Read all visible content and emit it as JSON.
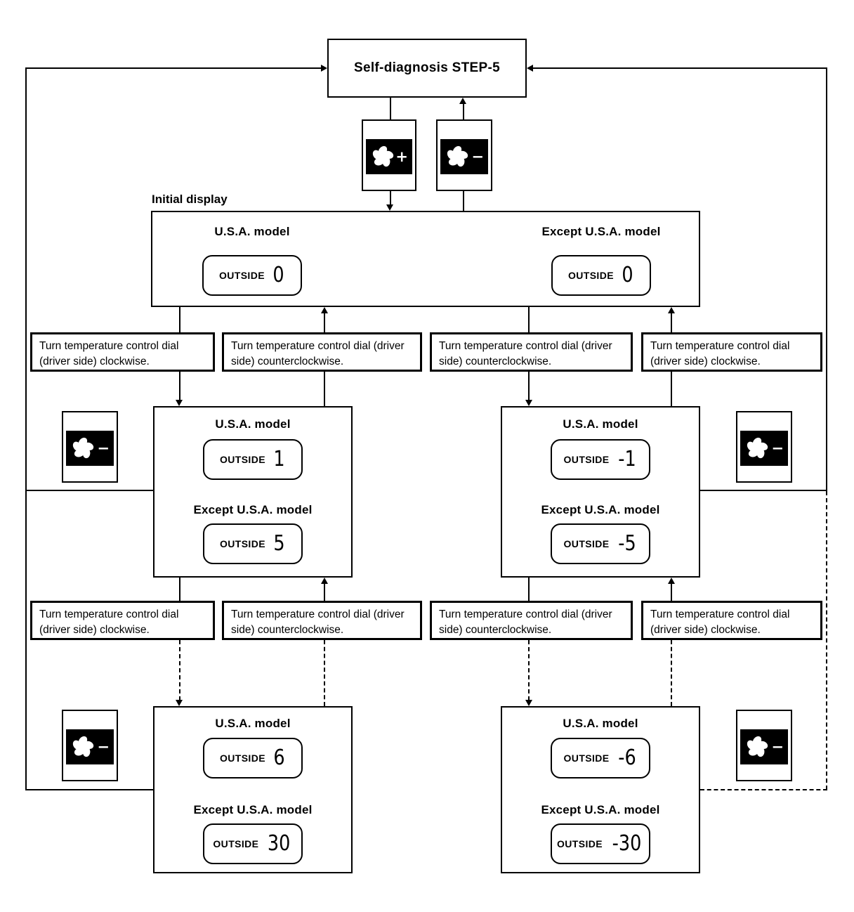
{
  "diagram": {
    "title": "Self-diagnosis STEP-5",
    "initial_display_label": "Initial display",
    "labels": {
      "usa_model": "U.S.A. model",
      "except_usa_model": "Except U.S.A. model",
      "outside": "OUTSIDE"
    },
    "instructions": {
      "clockwise": "Turn temperature control dial (driver side) clockwise.",
      "counterclockwise": "Turn temperature control dial (driver side) counterclockwise."
    },
    "fan_buttons": {
      "fan_up": "+",
      "fan_down": "−"
    },
    "displays": {
      "initial": {
        "usa_value": "0",
        "except_value": "0"
      },
      "middle_left": {
        "usa_value": "1",
        "except_value": "5"
      },
      "middle_right": {
        "usa_value": "-1",
        "except_value": "-5"
      },
      "bottom_left": {
        "usa_value": "6",
        "except_value": "30"
      },
      "bottom_right": {
        "usa_value": "-6",
        "except_value": "-30"
      }
    },
    "colors": {
      "ink": "#000000",
      "paper": "#ffffff"
    }
  }
}
